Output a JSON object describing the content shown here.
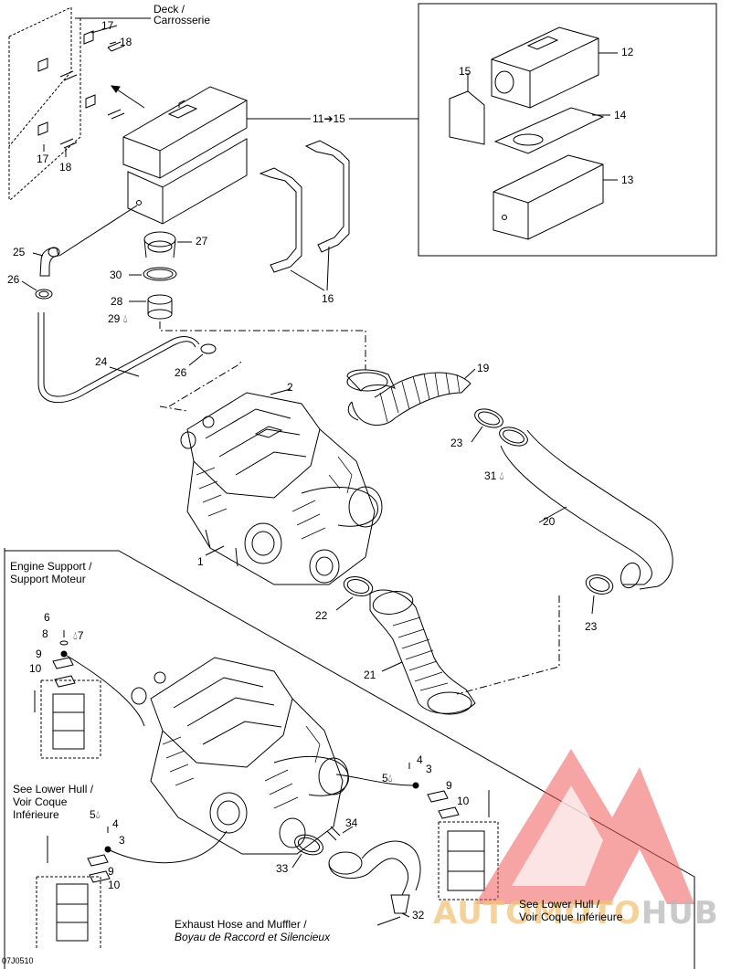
{
  "labels": {
    "deck": "Deck /",
    "carrosserie": "Carrosserie",
    "engine_support": "Engine Support /",
    "support_moteur": "Support Moteur",
    "see_lower_hull": "See Lower Hull /",
    "voir_coque": "Voir Coque",
    "inferieure": "Inférieure",
    "see_lower_hull_2": "See Lower Hull /",
    "voir_coque_2": "Voir Coque Inférieure",
    "exhaust": "Exhaust Hose and Muffler /",
    "boyau": "Boyau de Raccord et Silencieux",
    "ref_code": "07J0510"
  },
  "parts": {
    "p1": "1",
    "p2": "2",
    "p3a": "3",
    "p3b": "3",
    "p4a": "4",
    "p4b": "4",
    "p5a": "5",
    "p5b": "5",
    "p6": "6",
    "p7": "7",
    "p8": "8",
    "p9a": "9",
    "p9b": "9",
    "p9c": "9",
    "p10a": "10",
    "p10b": "10",
    "p10c": "10",
    "p11": "11➔15",
    "p12": "12",
    "p13": "13",
    "p14": "14",
    "p15": "15",
    "p16": "16",
    "p17a": "17",
    "p17b": "17",
    "p18a": "18",
    "p18b": "18",
    "p19": "19",
    "p20": "20",
    "p21": "21",
    "p22": "22",
    "p23a": "23",
    "p23b": "23",
    "p24": "24",
    "p25": "25",
    "p26a": "26",
    "p26b": "26",
    "p27": "27",
    "p28": "28",
    "p29": "29",
    "p30": "30",
    "p31": "31",
    "p32": "32",
    "p33": "33",
    "p34": "34"
  },
  "watermark": {
    "brand_a": "AUTO",
    "brand_b": "MOTO",
    "brand_c": "HUB"
  }
}
